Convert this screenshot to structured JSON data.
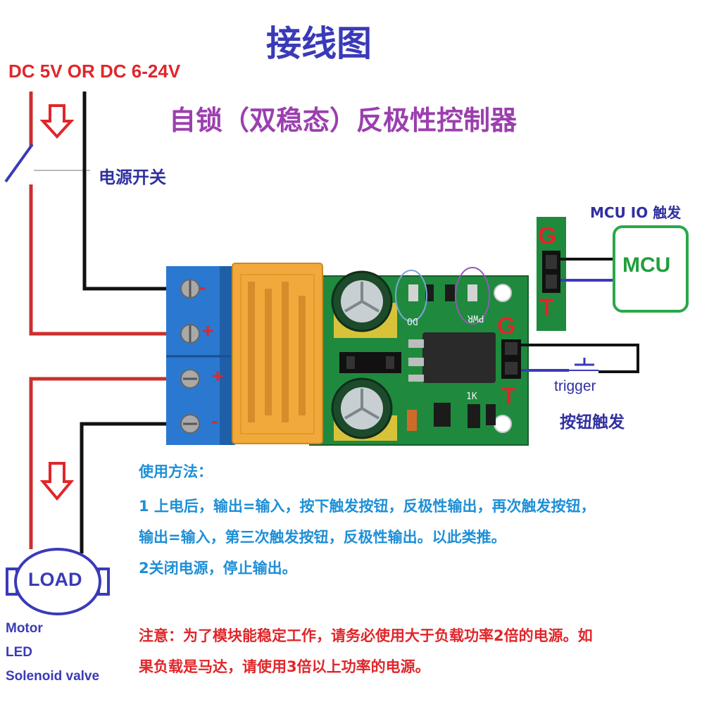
{
  "title": "接线图",
  "subtitle": "自锁（双稳态）反极性控制器",
  "power_label": "DC 5V OR DC 6-24V",
  "switch_label": "电源开关",
  "mcu": {
    "trigger_label": "MCU IO 触发",
    "box_label": "MCU"
  },
  "pins": {
    "g": "G",
    "t": "T"
  },
  "terminals": {
    "plus": "+",
    "minus": "-"
  },
  "button": {
    "english_label": "trigger",
    "chinese_label": "按钮触发"
  },
  "board_silk": {
    "do": "DO",
    "pwr": "PWR",
    "r": "1K"
  },
  "usage": {
    "heading": "使用方法：",
    "line1": "1 上电后，输出=输入，按下触发按钮，反极性输出，再次触发按钮，",
    "line2": "输出=输入，第三次触发按钮，反极性输出。以此类推。",
    "line3": "2关闭电源，停止输出。"
  },
  "note": {
    "line1": "注意：为了模块能稳定工作，请务必使用大于负载功率2倍的电源。如",
    "line2": "果负载是马达，请使用3倍以上功率的电源。"
  },
  "load": {
    "label": "LOAD",
    "devices": [
      "Motor",
      "LED",
      "Solenoid valve"
    ]
  },
  "colors": {
    "title": "#3a3ab8",
    "subtitle": "#9b3fae",
    "wire_red": "#c9302c",
    "wire_black": "#111111",
    "pcb": "#1f8a3e",
    "relay": "#f2a93b",
    "terminal_block": "#2b78d0",
    "mcu_box": "#2aa84a",
    "usage_text": "#1e8fd6",
    "note_text": "#e0262a"
  }
}
